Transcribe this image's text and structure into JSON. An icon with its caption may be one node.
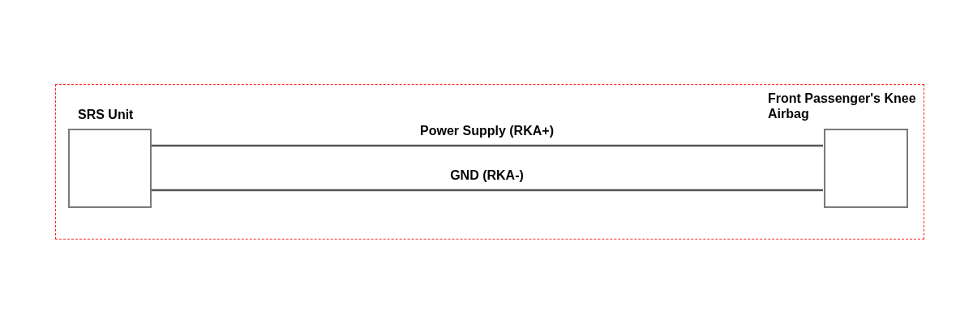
{
  "diagram": {
    "nodes": [
      {
        "text": [],
        "shape": "box"
      },
      {
        "text": [
          "SRS Unit"
        ],
        "in": 0
      },
      {
        "text": [
          "Front Passenger's Knee Airbag"
        ],
        "in": 0
      }
    ],
    "edges": [
      {
        "from": 1,
        "to": 2,
        "arrow": "none",
        "label": "Power Supply (RKA+)"
      },
      {
        "from": 1,
        "to": 2,
        "arrow": "none",
        "label": "GND (RKA-)"
      }
    ]
  }
}
